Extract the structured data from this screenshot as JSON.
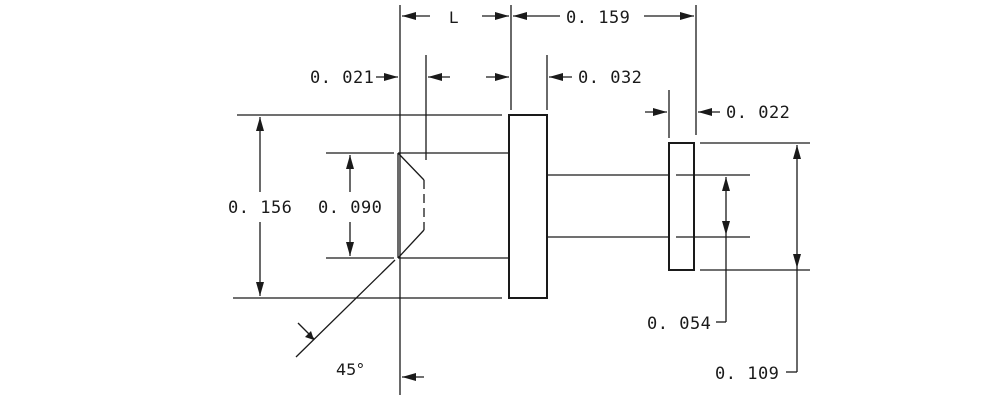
{
  "dimensions": {
    "length_label": "L",
    "head_spacing": "0. 159",
    "chamfer_width": "0. 021",
    "head_thickness": "0. 032",
    "flange_thickness": "0. 022",
    "overall_height": "0. 156",
    "pin_diameter": "0. 090",
    "shank_diameter": "0. 054",
    "flange_diameter": "0. 109",
    "chamfer_angle": "45°"
  },
  "colors": {
    "line": "#1a1a1a",
    "background": "#ffffff"
  }
}
